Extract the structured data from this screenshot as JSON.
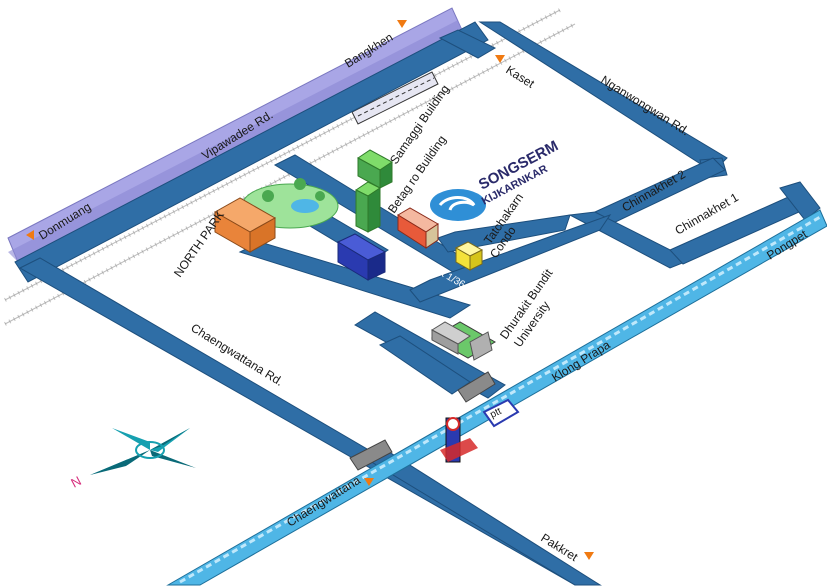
{
  "colors": {
    "road": "#2f6ea6",
    "road_edge": "#1d4f7d",
    "river": "#4fb6e6",
    "river_light": "#bfe8fb",
    "rail_band": "#a9a6e6",
    "arrow": "#f07a12",
    "background": "#ffffff"
  },
  "roads": {
    "vipawadee": "Vipawadee Rd.",
    "chaengwattana_rd": "Chaengwattana Rd.",
    "nganwongwan": "Nganwongwan Rd.",
    "chinnakhet2": "Chinnakhet 2",
    "chinnakhet1": "Chinnakhet 1",
    "soi": "soi chinnakhet 1/36",
    "klong": "Klong Prapa"
  },
  "directions": {
    "bangkhen": "Bangkhen",
    "donmuang": "Donmuang",
    "kaset": "Kaset",
    "pongpet": "Pongpet",
    "chaengwattana": "Chaengwattana",
    "pakkret": "Pakkret"
  },
  "places": {
    "samaggi": "Samaggi Building",
    "betagro": "Betag ro Building",
    "north_park": "NORTH PARK",
    "tatchakarn_1": "Tatchakarn",
    "tatchakarn_2": "Condo",
    "dhurakij_1": "Dhurakit Bundit",
    "dhurakij_2": "University"
  },
  "brand": {
    "name": "SONGSERM",
    "sub": "KIJKARNKAR"
  },
  "compass": {
    "north": "N"
  },
  "icons": {
    "direction_arrow": "orange-triangle-arrow",
    "compass": "compass-rose-icon",
    "brand_logo": "swirl-logo-icon",
    "gas_station": "gas-station-icon",
    "train": "skytrain-icon"
  }
}
